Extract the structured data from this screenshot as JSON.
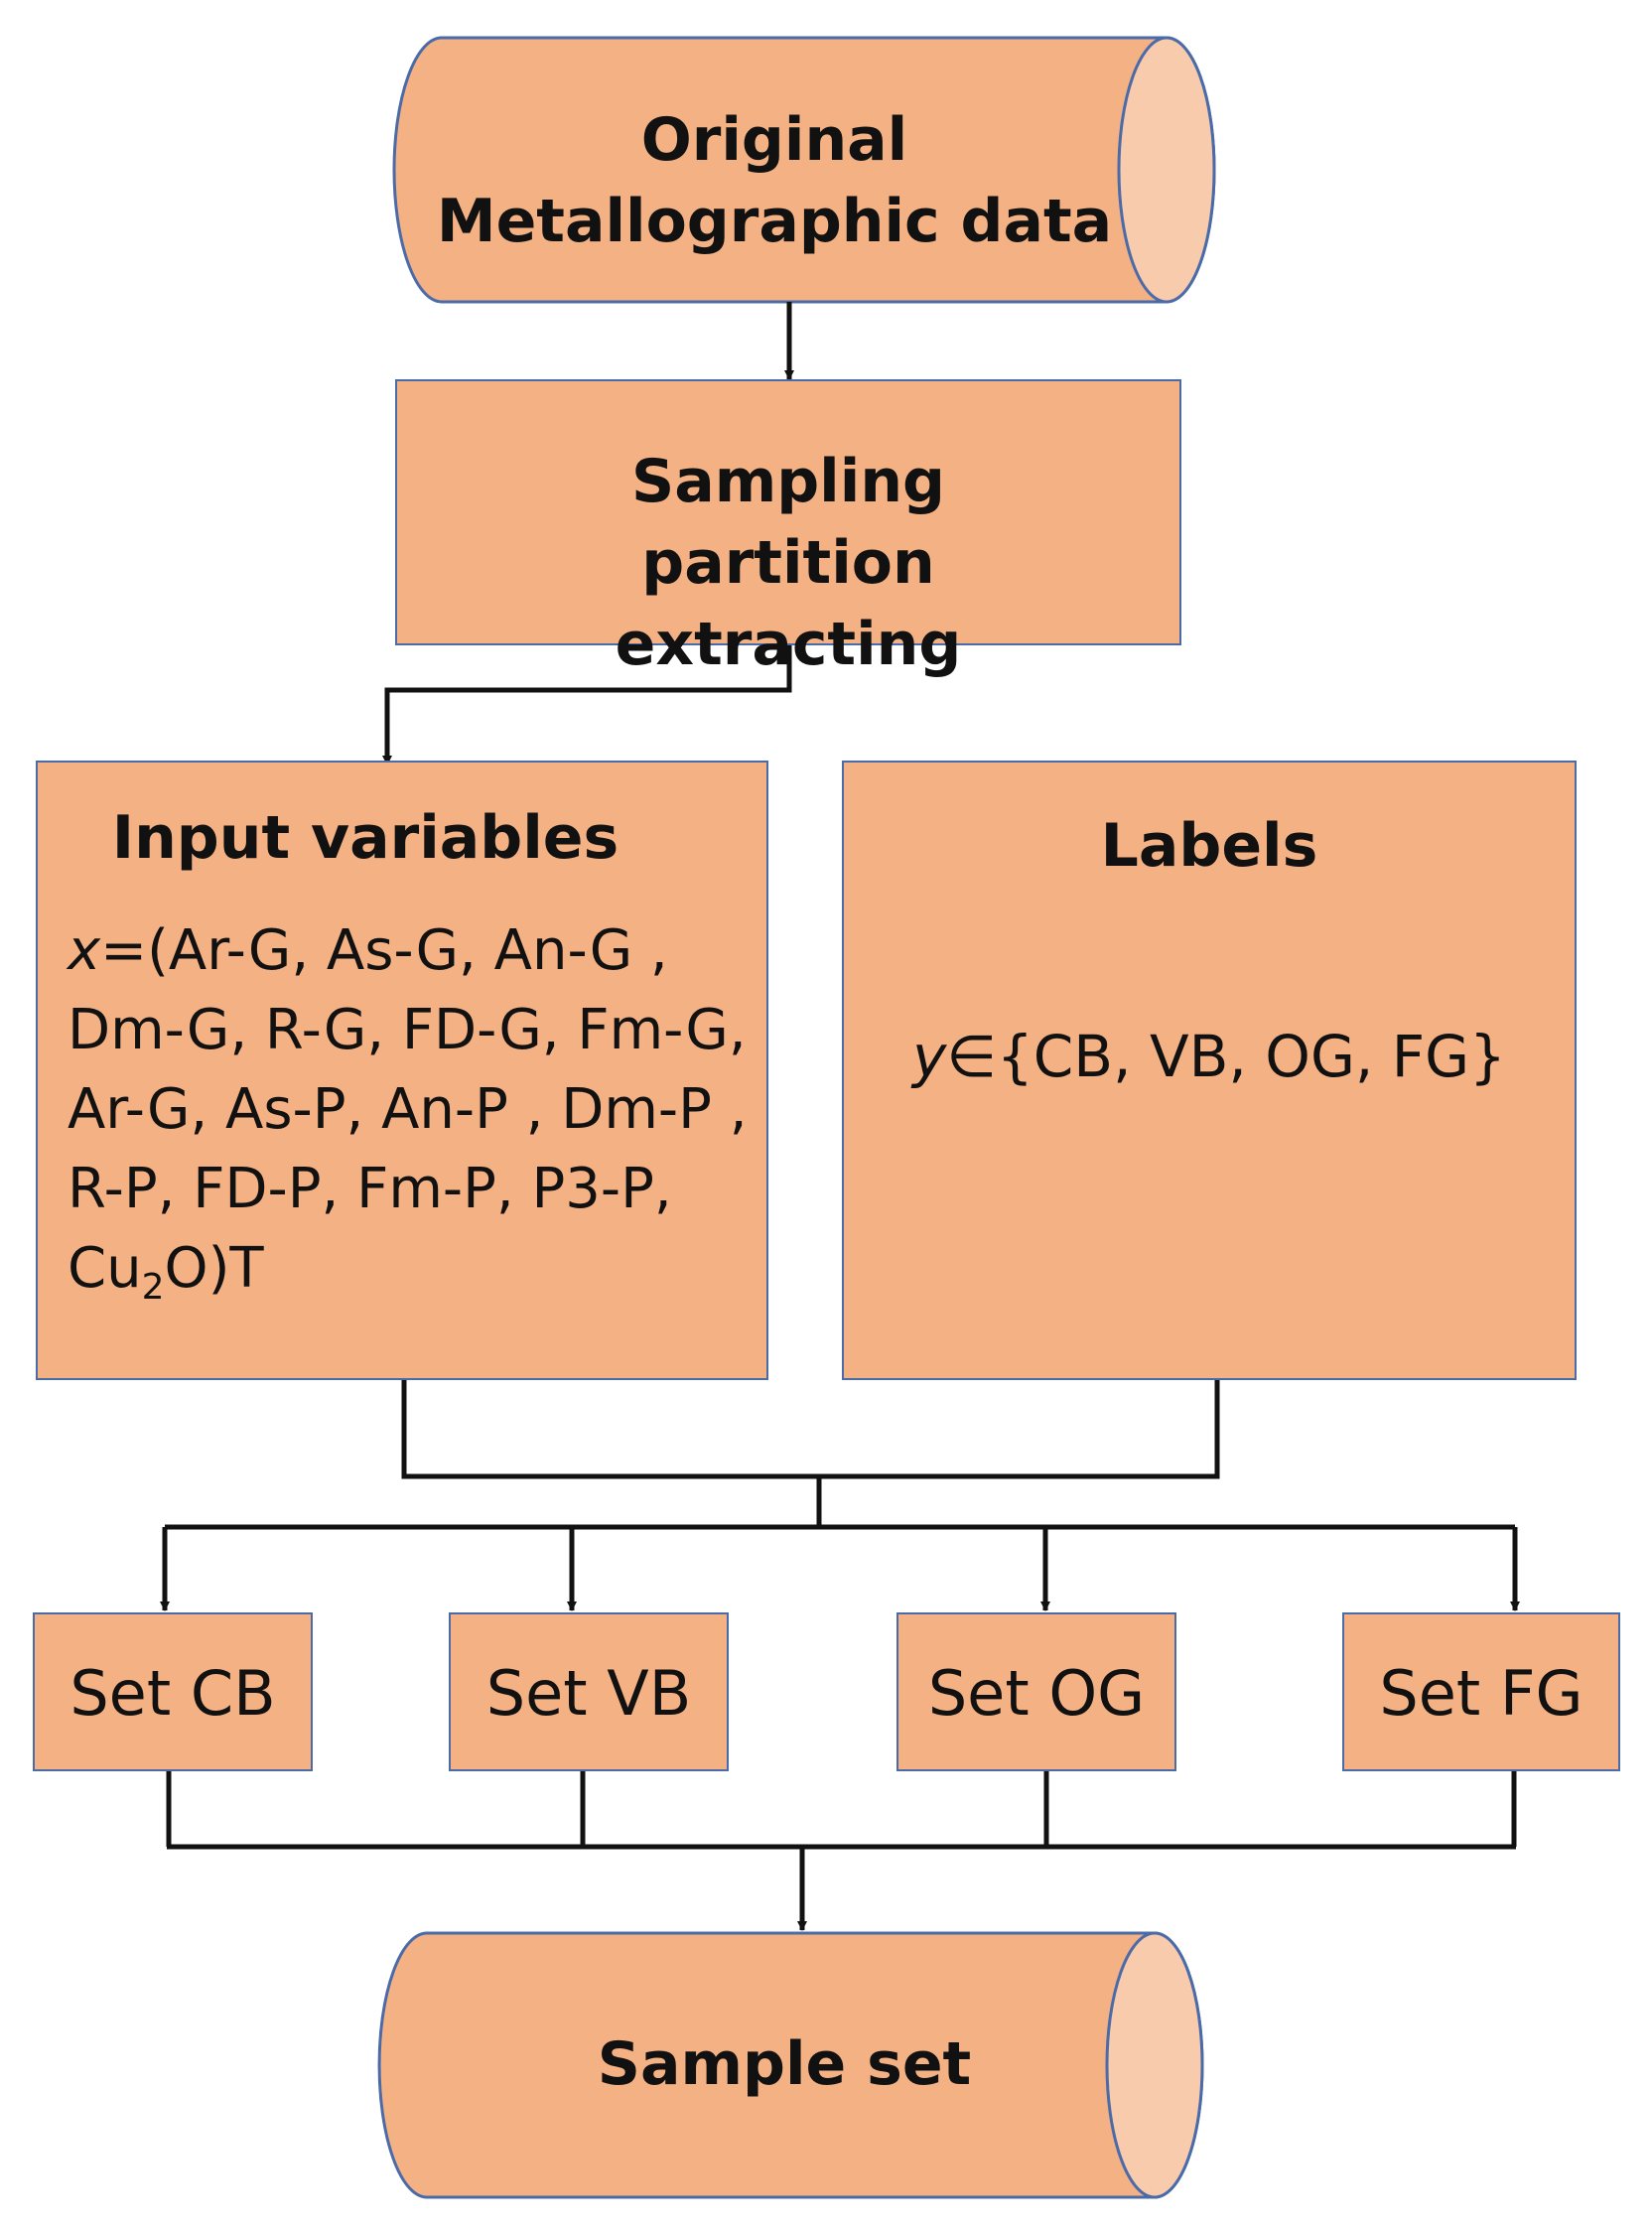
{
  "nodes": {
    "original_data": "Original Metallographic data",
    "sampling": "Sampling partition extracting",
    "input_heading": "Input variables",
    "input_var": "x",
    "input_formula_rest": "=(Ar-G, As-G, An-G , Dm-G, R-G, FD-G, Fm-G, Ar-G, As-P, An-P , Dm-P , R-P, FD-P, Fm-P, P3-P, Cu",
    "input_formula_sub": "2",
    "input_formula_end": "O)T",
    "labels_heading": "Labels",
    "labels_var": "y",
    "labels_formula_rest": "∈{CB, VB, OG, FG}",
    "sets": [
      "Set CB",
      "Set VB",
      "Set OG",
      "Set FG"
    ],
    "sample_set": "Sample set"
  },
  "colors": {
    "fill": "#f4b183",
    "cylinder_end": "#f8cbad",
    "border": "#4a6aa8",
    "connector": "#111111"
  }
}
